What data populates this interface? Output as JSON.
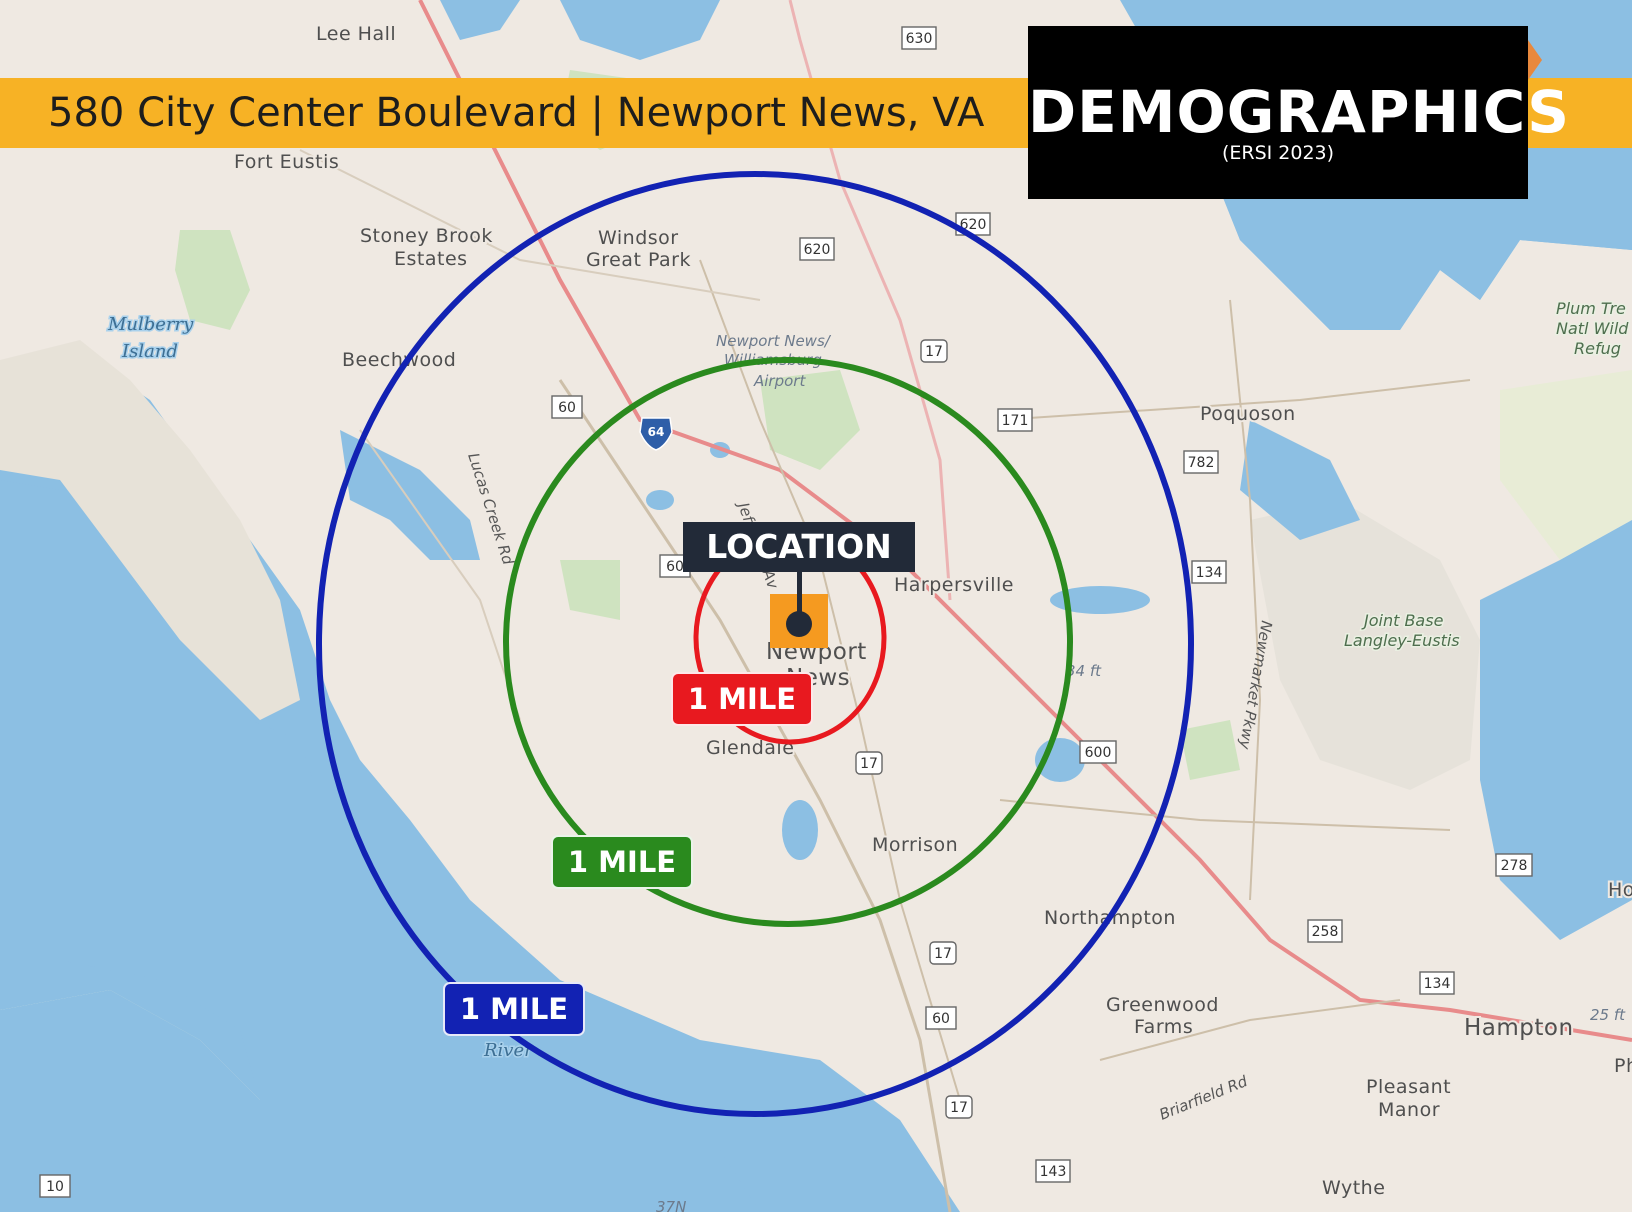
{
  "header": {
    "address": "580 City Center Boulevard | Newport News, VA",
    "panel_title": "DEMOGRAPHICS",
    "panel_subtitle": "(ERSI 2023)"
  },
  "location_label": "LOCATION",
  "radius_labels": {
    "inner": "1 MILE",
    "middle": "1 MILE",
    "outer": "1 MILE"
  },
  "colors": {
    "banner": "#f7b225",
    "inner_ring": "#e8191f",
    "middle_ring": "#2a8a1e",
    "outer_ring": "#1222b3",
    "location_marker": "#f59a20",
    "water": "#8cbfe3",
    "land": "#efe9e2"
  },
  "places": {
    "lee_hall": "Lee Hall",
    "fort_eustis": "Fort Eustis",
    "stoney_brook_1": "Stoney Brook",
    "stoney_brook_2": "Estates",
    "windsor_1": "Windsor",
    "windsor_2": "Great Park",
    "mulberry_1": "Mulberry",
    "mulberry_2": "Island",
    "beechwood": "Beechwood",
    "airport_1": "Newport News/",
    "airport_2": "Williamsburg",
    "airport_3": "Airport",
    "poquoson": "Poquoson",
    "harpersville": "Harpersville",
    "newport_1": "Newport",
    "newport_2": "News",
    "glendale": "Glendale",
    "morrison": "Morrison",
    "northampton": "Northampton",
    "greenwood_1": "Greenwood",
    "greenwood_2": "Farms",
    "hampton": "Hampton",
    "pleasant_1": "Pleasant",
    "pleasant_2": "Manor",
    "wythe": "Wythe",
    "langley_1": "Joint Base",
    "langley_2": "Langley-Eustis",
    "plum_1": "Plum Tre",
    "plum_2": "Natl Wild",
    "plum_3": "Refug",
    "river": "River",
    "elevation_1": "34 ft",
    "elevation_2": "25 ft",
    "edge_ho": "Ho",
    "edge_ph": "Ph",
    "depth": "37N"
  },
  "roads": {
    "lucas_creek": "Lucas Creek Rd",
    "jefferson": "Jefferson Av",
    "briarfield": "Briarfield Rd",
    "parkway": "Newmarket Pkwy"
  },
  "shields": {
    "r630": "630",
    "r620a": "620",
    "r620b": "620",
    "r60a": "60",
    "r60b": "60",
    "r60c": "60",
    "r17a": "17",
    "r17b": "17",
    "r17c": "17",
    "r17d": "17",
    "r171": "171",
    "r782": "782",
    "r134a": "134",
    "r134b": "134",
    "r600": "600",
    "r278": "278",
    "r258": "258",
    "r143": "143",
    "r10": "10",
    "i64": "64"
  }
}
